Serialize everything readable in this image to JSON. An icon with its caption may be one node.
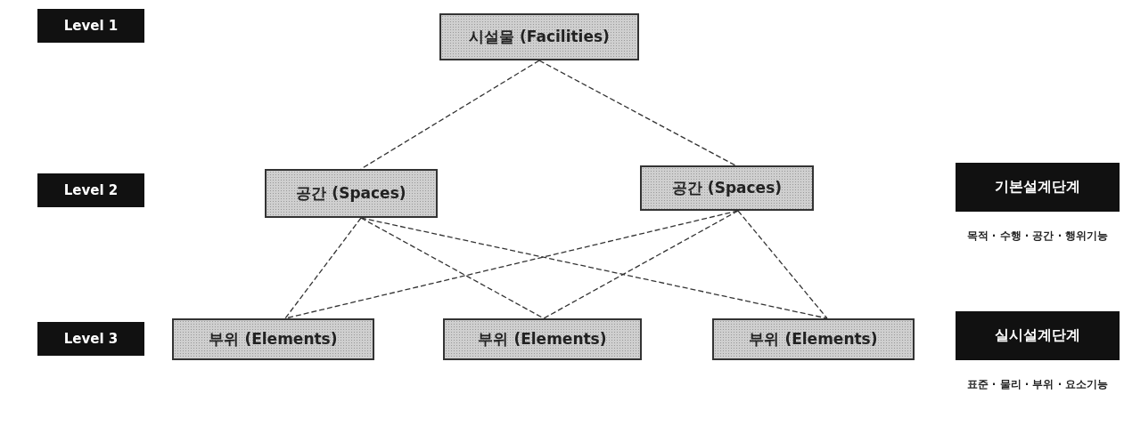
{
  "diagram": {
    "nodes": [
      {
        "text": [
          "Level 1"
        ]
      },
      {
        "text": [
          "시설물 (Facilities)"
        ]
      },
      {
        "text": [
          "Level 2"
        ]
      },
      {
        "text": [
          "공간 (Spaces)"
        ]
      },
      {
        "text": [
          "공간 (Spaces)"
        ]
      },
      {
        "text": [
          "기본설계단계"
        ],
        "beside": [
          "목적 · 수행 · 공간 · 행위기능"
        ]
      },
      {
        "text": [
          "Level 3"
        ]
      },
      {
        "text": [
          "부위 (Elements)"
        ]
      },
      {
        "text": [
          "부위 (Elements)"
        ]
      },
      {
        "text": [
          "부위 (Elements)"
        ]
      },
      {
        "text": [
          "실시설계단계"
        ],
        "beside": [
          "표준 · 물리 · 부위 · 요소기능"
        ]
      }
    ],
    "edges": [
      {
        "from": 1,
        "to": 3,
        "arrow": "none",
        "style": "dashed"
      },
      {
        "from": 1,
        "to": 4,
        "arrow": "none",
        "style": "dashed"
      },
      {
        "from": 3,
        "to": 7,
        "arrow": "none",
        "style": "dashed"
      },
      {
        "from": 3,
        "to": 8,
        "arrow": "none",
        "style": "dashed"
      },
      {
        "from": 3,
        "to": 9,
        "arrow": "none",
        "style": "dashed"
      },
      {
        "from": 4,
        "to": 7,
        "arrow": "none",
        "style": "dashed"
      },
      {
        "from": 4,
        "to": 8,
        "arrow": "none",
        "style": "dashed"
      },
      {
        "from": 4,
        "to": 9,
        "arrow": "none",
        "style": "dashed"
      }
    ]
  }
}
